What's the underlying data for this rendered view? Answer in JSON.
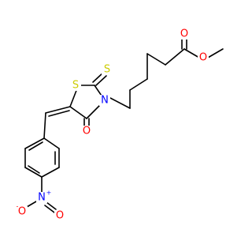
{
  "atoms": {
    "O_carbonyl_ester": {
      "text": "O",
      "color": "#ff0000"
    },
    "O_methoxy": {
      "text": "O",
      "color": "#ff0000"
    },
    "S_thione": {
      "text": "S",
      "color": "#cccc00"
    },
    "S_ring": {
      "text": "S",
      "color": "#cccc00"
    },
    "N_ring": {
      "text": "N",
      "color": "#0000ff"
    },
    "O_ring_carbonyl": {
      "text": "O",
      "color": "#ff0000"
    },
    "N_nitro": {
      "text": "N",
      "color": "#0000ff",
      "charge": "+"
    },
    "O_nitro_minus": {
      "text": "O",
      "color": "#ff0000",
      "charge": "-"
    },
    "O_nitro_double": {
      "text": "O",
      "color": "#ff0000"
    }
  }
}
